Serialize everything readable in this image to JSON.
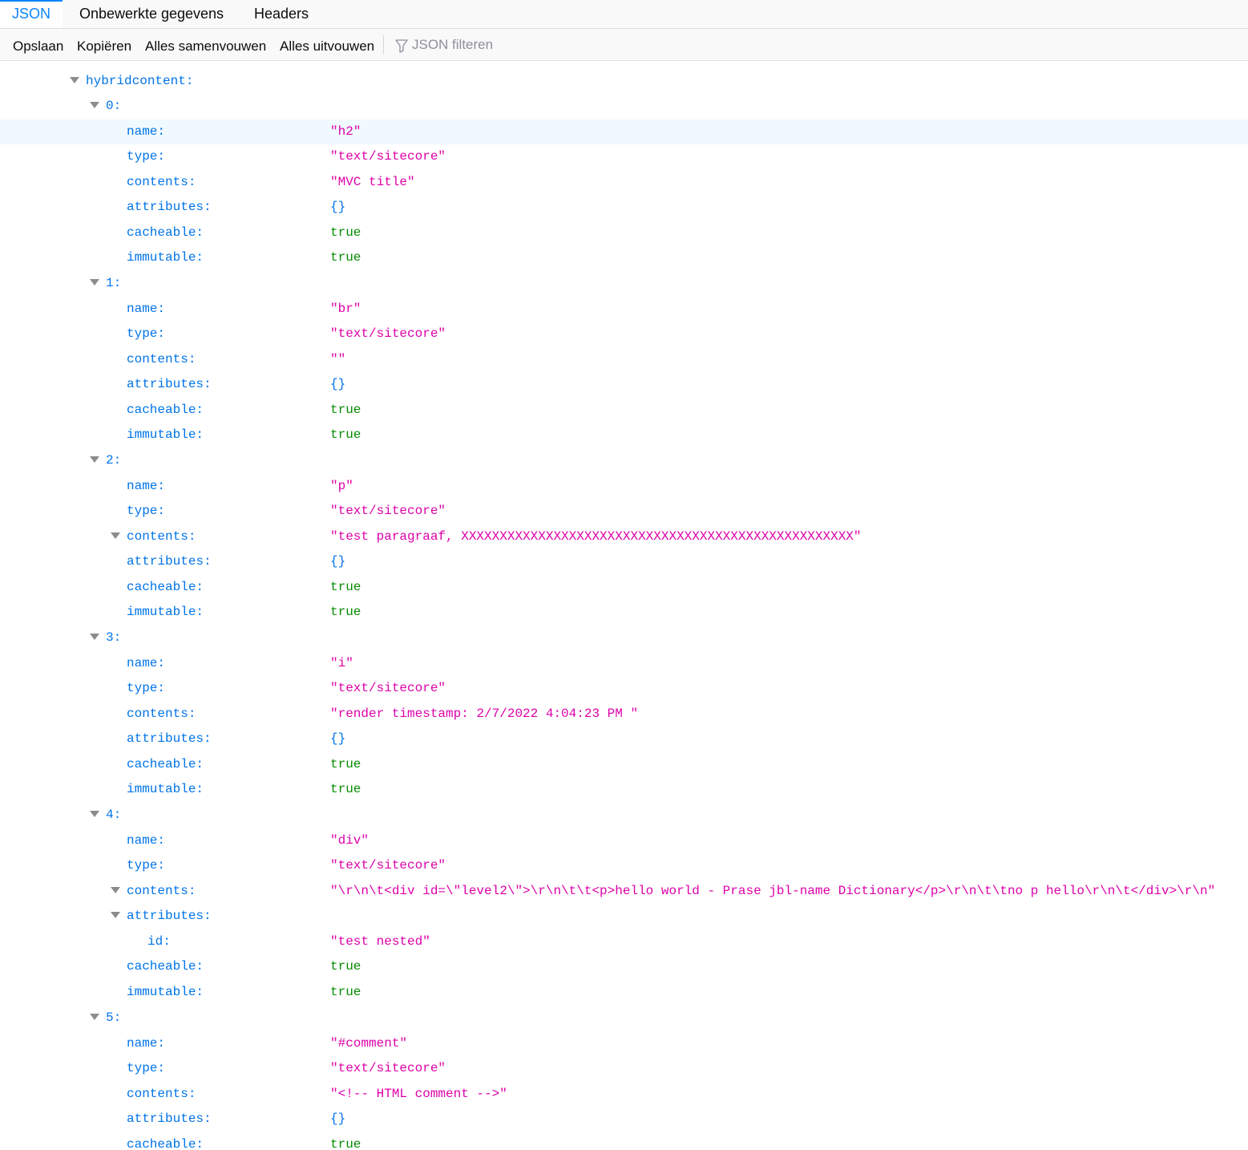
{
  "tabs": [
    {
      "label": "JSON"
    },
    {
      "label": "Onbewerkte gegevens"
    },
    {
      "label": "Headers"
    }
  ],
  "toolbar": {
    "save": "Opslaan",
    "copy": "Kopiëren",
    "collapse_all": "Alles samenvouwen",
    "expand_all": "Alles uitvouwen",
    "filter_placeholder": "JSON filteren"
  },
  "colors": {
    "accent": "#0a84ff",
    "key": "#0074e8",
    "string": "#dd00a9",
    "boolean": "#058b00"
  },
  "tree": {
    "partial_value": "{}",
    "root_key": "hybridcontent:",
    "items": [
      {
        "index": "0:",
        "name": "\"h2\"",
        "type": "\"text/sitecore\"",
        "contents": "\"MVC title\"",
        "attributes": "{}",
        "cacheable": "true",
        "immutable": "true"
      },
      {
        "index": "1:",
        "name": "\"br\"",
        "type": "\"text/sitecore\"",
        "contents": "\"\"",
        "attributes": "{}",
        "cacheable": "true",
        "immutable": "true"
      },
      {
        "index": "2:",
        "name": "\"p\"",
        "type": "\"text/sitecore\"",
        "contents": "\"test paragraaf, XXXXXXXXXXXXXXXXXXXXXXXXXXXXXXXXXXXXXXXXXXXXXXXXXXX\"",
        "attributes": "{}",
        "cacheable": "true",
        "immutable": "true"
      },
      {
        "index": "3:",
        "name": "\"i\"",
        "type": "\"text/sitecore\"",
        "contents": "\"render timestamp: 2/7/2022 4:04:23 PM \"",
        "attributes": "{}",
        "cacheable": "true",
        "immutable": "true"
      },
      {
        "index": "4:",
        "name": "\"div\"",
        "type": "\"text/sitecore\"",
        "contents": "\"\\r\\n\\t<div id=\\\"level2\\\">\\r\\n\\t\\t<p>hello world - Prase jbl-name Dictionary</p>\\r\\n\\t\\tno p hello\\r\\n\\t</div>\\r\\n\"",
        "attr_id": "\"test nested\"",
        "cacheable": "true",
        "immutable": "true"
      },
      {
        "index": "5:",
        "name": "\"#comment\"",
        "type": "\"text/sitecore\"",
        "contents": "\"<!-- HTML comment -->\"",
        "attributes": "{}",
        "cacheable": "true"
      }
    ]
  },
  "labels": {
    "name": "name:",
    "type": "type:",
    "contents": "contents:",
    "attributes": "attributes:",
    "cacheable": "cacheable:",
    "immutable": "immutable:",
    "id": "id:"
  }
}
